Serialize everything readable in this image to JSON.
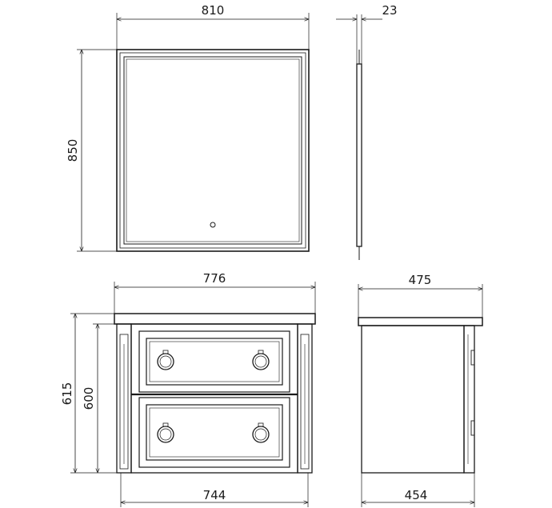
{
  "dimensions": {
    "mirror_width": "810",
    "mirror_height": "850",
    "mirror_depth": "23",
    "top_width": "776",
    "cabinet_depth_top": "475",
    "height_total": "615",
    "height_body": "600",
    "body_width": "744",
    "body_depth": "454"
  },
  "colors": {
    "ink": "#1a1a1a",
    "background": "#ffffff"
  }
}
